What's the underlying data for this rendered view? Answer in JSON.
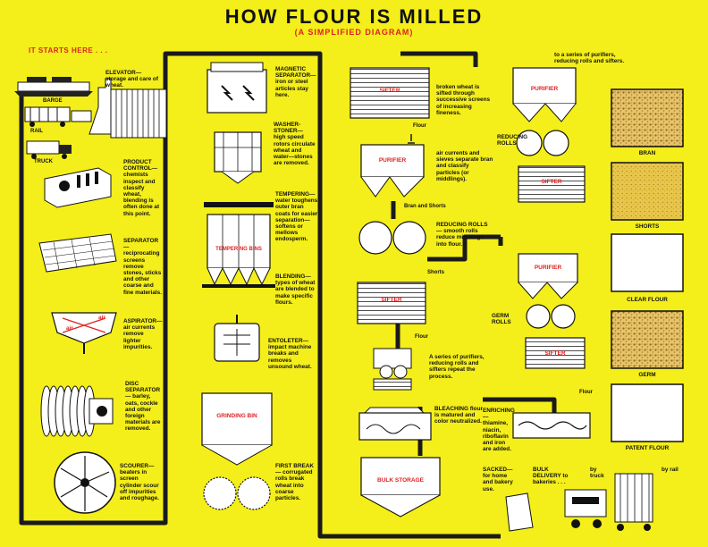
{
  "title": "HOW FLOUR IS MILLED",
  "subtitle": "(A SIMPLIFIED DIAGRAM)",
  "starts_here": "IT STARTS HERE . . .",
  "colors": {
    "background": "#f4ee1a",
    "accent_red": "#d22222",
    "line": "#1a1a1a",
    "machine": "#ffffff"
  },
  "transport": {
    "barge": "BARGE",
    "rail": "RAIL",
    "truck": "TRUCK"
  },
  "col1": {
    "elevator": "ELEVATOR—storage and care of wheat.",
    "product_control": "PRODUCT CONTROL— chemists inspect and classify wheat, blending is often done at this point.",
    "separator": "SEPARATOR— reciprocating screens remove stones, sticks and other coarse and fine materials.",
    "aspirator": "ASPIRATOR— air currents remove lighter impurities.",
    "aspirator_air_1": "air",
    "aspirator_air_2": "air",
    "disc_separator": "DISC SEPARATOR— barley, oats, cockle and other foreign materials are removed.",
    "scourer": "SCOURER— beaters in screen cylinder scour off impurities and roughage."
  },
  "col2": {
    "magnetic_separator": "MAGNETIC SEPARATOR— iron or steel articles stay here.",
    "washer_stoner": "WASHER-STONER— high speed rotors circulate wheat and water—stones are removed.",
    "tempering": "TEMPERING— water toughens outer bran coats for easier separation— softens or mellows endosperm.",
    "tempering_bins_label": "TEMPERING BINS",
    "blending": "BLENDING— types of wheat are blended to make specific flours.",
    "entoleter": "ENTOLETER— impact machine breaks and removes unsound wheat.",
    "grinding_bin_label": "GRINDING BIN",
    "first_break": "FIRST BREAK— corrugated rolls break wheat into coarse particles."
  },
  "col3": {
    "sifter1_label": "SIFTER",
    "sifter1_text": "broken wheat is sifted through successive screens of increasing fineness.",
    "flour1": "Flour",
    "purifier1_label": "PURIFIER",
    "purifier1_text": "air currents and sieves separate bran and classify particles (or middlings).",
    "bran_shorts": "Bran and Shorts",
    "reducing_rolls": "REDUCING ROLLS— smooth rolls reduce middlings into flour.",
    "shorts": "Shorts",
    "sifter2_label": "SIFTER",
    "flour2": "Flour",
    "series_text": "A series of purifiers, reducing rolls and sifters repeat the process.",
    "bleaching": "BLEACHING flour is matured and color neutralized.",
    "bulk_storage": "BULK STORAGE"
  },
  "col4": {
    "series_top": "to a series of purifiers, reducing rolls and sifters.",
    "purifier_a": "PURIFIER",
    "reducing_rolls_label": "REDUCING ROLLS",
    "sifter_a": "SIFTER",
    "purifier_b": "PURIFIER",
    "germ_rolls": "GERM ROLLS",
    "sifter_b": "SIFTER",
    "flour3": "Flour",
    "enriching": "ENRICHING— thiamine, niacin, riboflavin and iron are added.",
    "sacked": "SACKED— for home and bakery use.",
    "bulk_delivery": "BULK DELIVERY to bakeries . . .",
    "by_truck": "by truck",
    "by_rail": "by rail"
  },
  "products": [
    "BRAN",
    "SHORTS",
    "CLEAR FLOUR",
    "GERM",
    "PATENT FLOUR"
  ]
}
